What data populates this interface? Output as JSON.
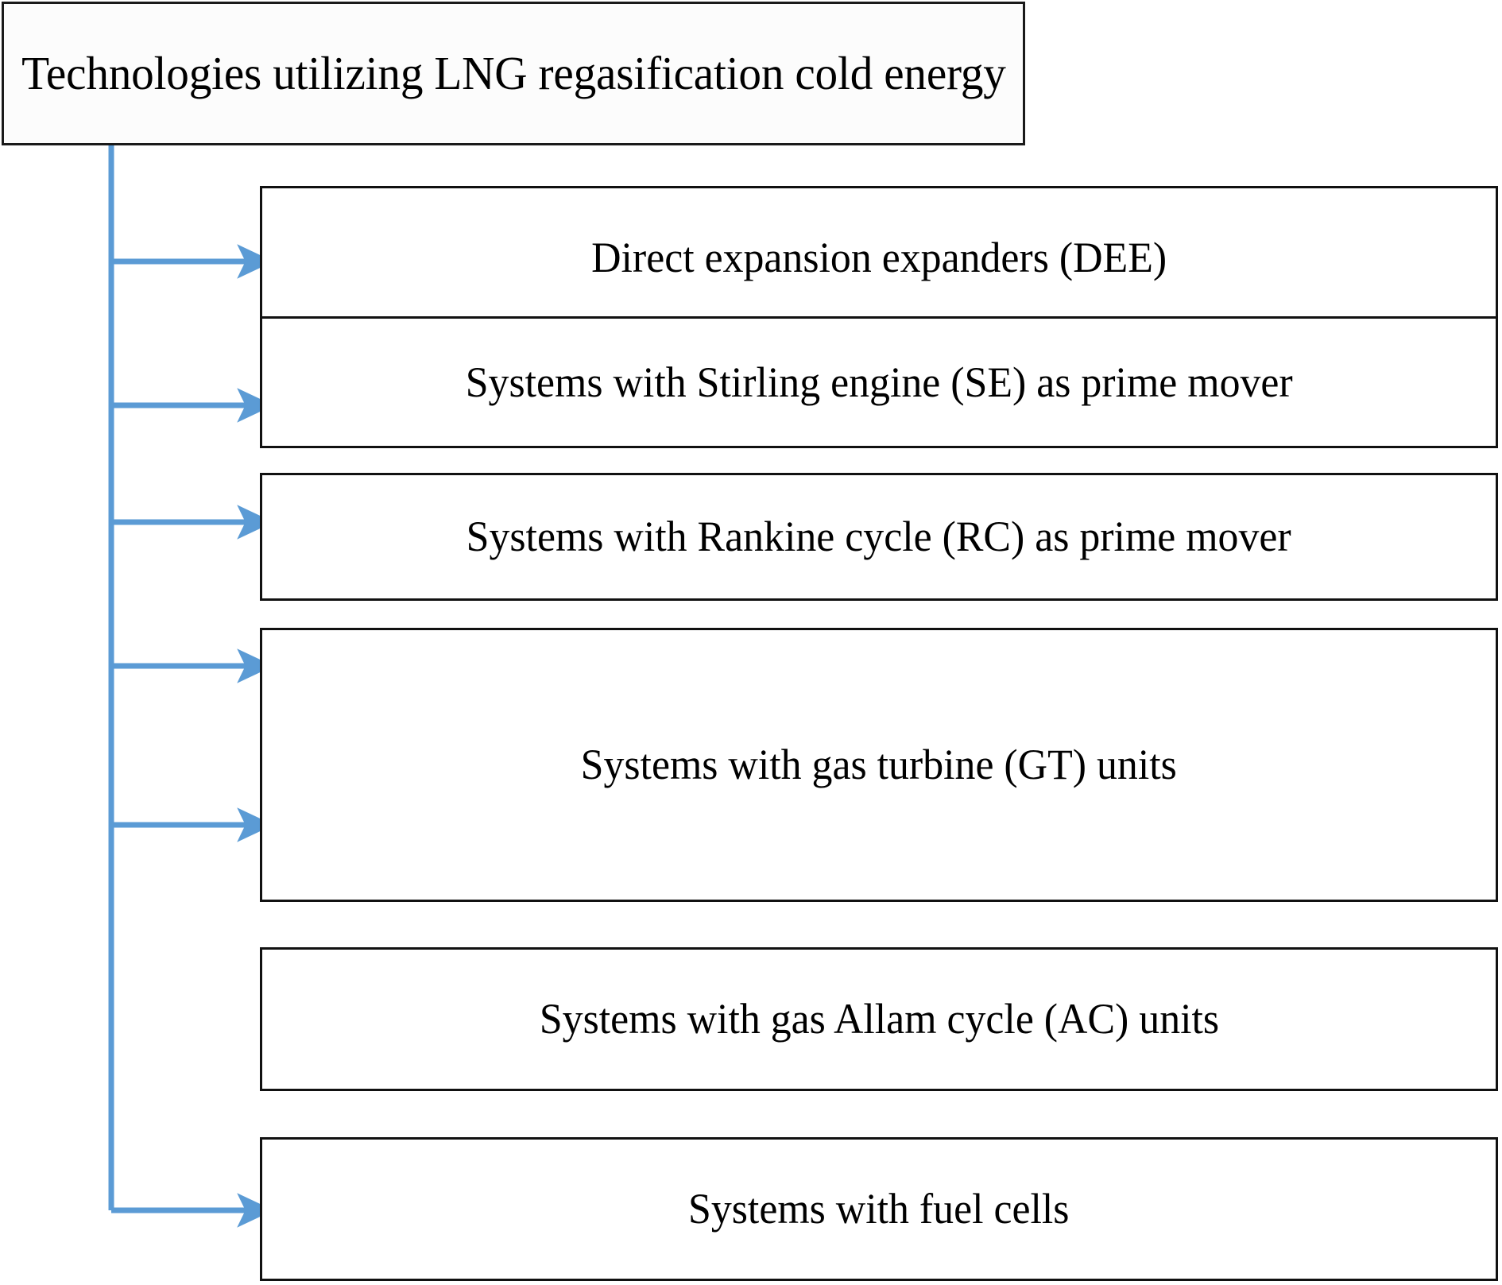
{
  "diagram": {
    "type": "hierarchy-tree",
    "title": "Technologies utilizing LNG regasification cold energy",
    "root": {
      "label": "Technologies utilizing LNG regasification cold energy"
    },
    "children": [
      {
        "label": "Direct expansion expanders (DEE)"
      },
      {
        "label": "Systems with Stirling engine (SE) as prime mover"
      },
      {
        "label": "Systems with Rankine cycle (RC) as prime mover"
      },
      {
        "label": "Systems with gas turbine (GT) units"
      },
      {
        "label": "Systems with gas Allam cycle (AC) units"
      },
      {
        "label": "Systems with fuel cells"
      }
    ],
    "colors": {
      "connector": "#5B9BD5",
      "box_border": "#111111",
      "box_fill": "#FFFFFF",
      "root_fill": "#FCFCFC",
      "text": "#000000"
    }
  }
}
